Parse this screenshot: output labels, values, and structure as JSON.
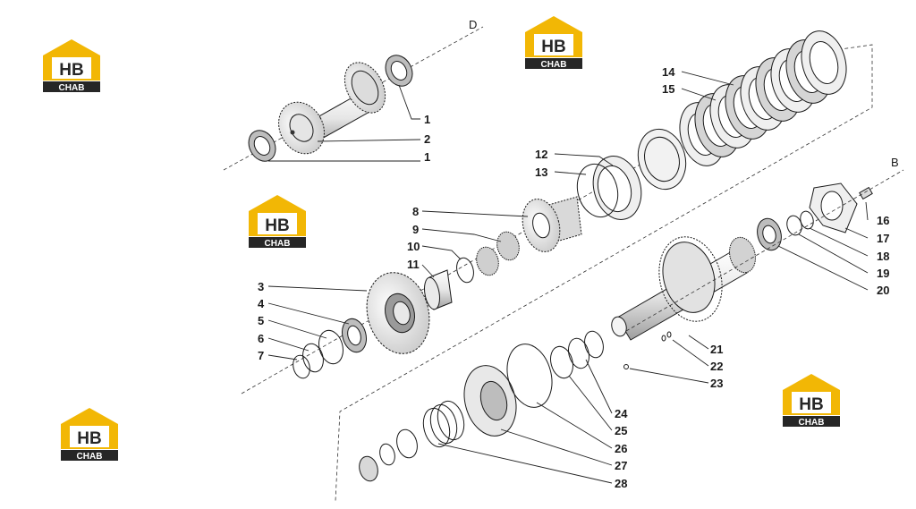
{
  "logo": {
    "top_text": "HB",
    "bottom_text": "CHAB",
    "colors": {
      "yellow": "#f2b705",
      "dark": "#262626",
      "white": "#ffffff"
    }
  },
  "axis_labels": {
    "d": "D",
    "b": "B"
  },
  "callouts": [
    "1",
    "2",
    "1",
    "3",
    "4",
    "5",
    "6",
    "7",
    "8",
    "9",
    "10",
    "11",
    "12",
    "13",
    "14",
    "15",
    "16",
    "17",
    "18",
    "19",
    "20",
    "21",
    "22",
    "23",
    "24",
    "25",
    "26",
    "27",
    "28"
  ],
  "colors": {
    "line": "#1a1a1a",
    "part_fill": "#f4f4f4",
    "part_shade": "#bdbdbd"
  }
}
